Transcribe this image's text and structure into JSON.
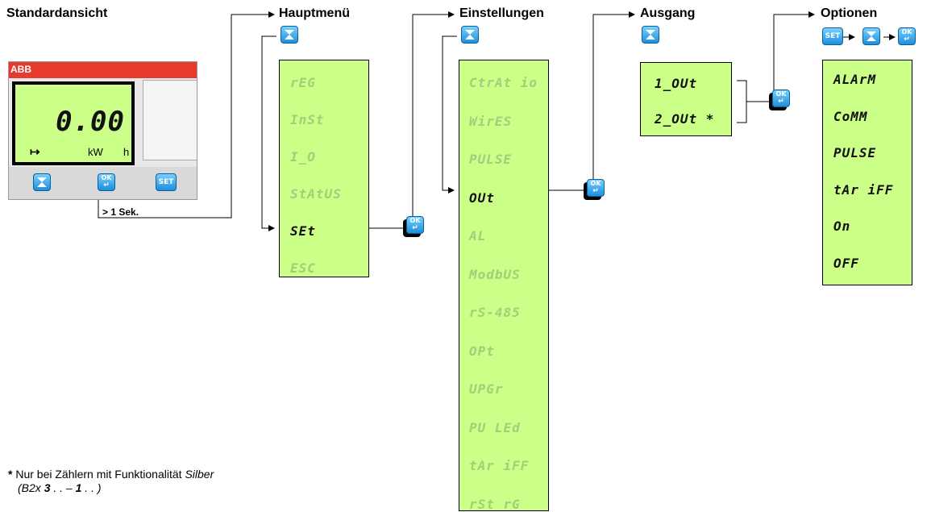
{
  "headings": {
    "standard": "Standardansicht",
    "hauptmenu": "Hauptmenü",
    "einstellungen": "Einstellungen",
    "ausgang": "Ausgang",
    "optionen": "Optionen"
  },
  "meter": {
    "logo": "ABB",
    "reading": "0.00",
    "arrow": "↦",
    "unit": "kW",
    "unit_suffix": "h",
    "hold_label": "> 1 Sek."
  },
  "buttons": {
    "ok": "OK",
    "set": "SET"
  },
  "hauptmenu": {
    "items": [
      {
        "label": "rEG",
        "active": false
      },
      {
        "label": "InSt",
        "active": false
      },
      {
        "label": "I_O",
        "active": false
      },
      {
        "label": "StAtUS",
        "active": false
      },
      {
        "label": "SEt",
        "active": true
      },
      {
        "label": "ESC",
        "active": false
      }
    ]
  },
  "einstellungen": {
    "items": [
      {
        "label": "CtrAt io",
        "active": false
      },
      {
        "label": "WirES",
        "active": false
      },
      {
        "label": "PULSE",
        "active": false
      },
      {
        "label": "OUt",
        "active": true
      },
      {
        "label": "AL",
        "active": false
      },
      {
        "label": "ModbUS",
        "active": false
      },
      {
        "label": "rS-485",
        "active": false
      },
      {
        "label": "OPt",
        "active": false
      },
      {
        "label": "UPGr",
        "active": false
      },
      {
        "label": "PU LEd",
        "active": false
      },
      {
        "label": "tAr iFF",
        "active": false
      },
      {
        "label": "rSt rG",
        "active": false
      }
    ]
  },
  "ausgang": {
    "items": [
      {
        "label": "1_OUt",
        "active": true
      },
      {
        "label": "2_OUt *",
        "active": true
      }
    ]
  },
  "optionen": {
    "items": [
      {
        "label": "ALArM",
        "active": true
      },
      {
        "label": "CoMM",
        "active": true
      },
      {
        "label": "PULSE",
        "active": true
      },
      {
        "label": "tAr iFF",
        "active": true
      },
      {
        "label": "On",
        "active": true
      },
      {
        "label": "OFF",
        "active": true
      }
    ]
  },
  "footnote": {
    "line1_star": "*",
    "line1_text": " Nur bei Zählern mit Funktionalität ",
    "line1_italic": "Silber",
    "line2_pre": "(B2x ",
    "line2_bold1": "3",
    "line2_mid": " . . – ",
    "line2_bold2": "1",
    "line2_post": " . . )"
  },
  "colors": {
    "lcd_background": "#ccff88",
    "lcd_dim_text": "#a6cc7a",
    "button_blue": "#1d8fdb",
    "meter_red": "#e63a2f"
  }
}
